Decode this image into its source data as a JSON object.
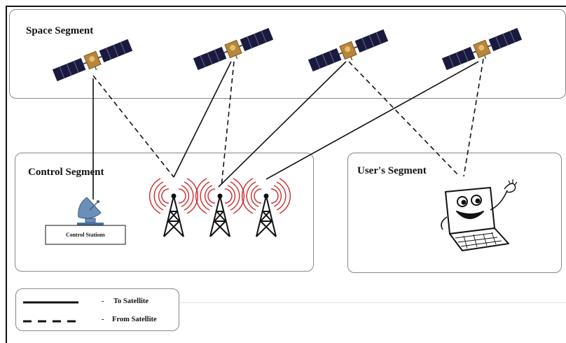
{
  "space_segment": {
    "label": "Space Segment"
  },
  "control_segment": {
    "label": "Control Segment",
    "station_label": "Control Stations"
  },
  "user_segment": {
    "label": "User's Segment"
  },
  "legend": {
    "to_satellite": "To Satellite",
    "from_satellite": "From Satellite",
    "dash_prefix": "-"
  },
  "colors": {
    "panel": "#1a1a40",
    "panel_stripe": "#6a6a88",
    "satellite_body": "#b8863a",
    "waves": "#d02a2a",
    "dish": "#6a8fb8",
    "line": "#111111",
    "border": "#888888"
  }
}
